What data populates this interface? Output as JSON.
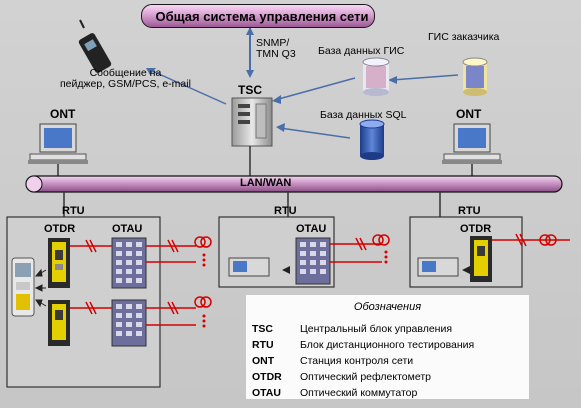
{
  "nms_title": "Общая система управления сети",
  "snmp_label": "SNMP/\nTMN Q3",
  "message_label": "Сообщение на\nпейджер, GSM/PCS, e-mail",
  "tsc_label": "TSC",
  "gis_db_label": "База данных ГИС",
  "gis_client_label": "ГИС заказчика",
  "sql_db_label": "База данных SQL",
  "ont_left_label": "ONT",
  "ont_right_label": "ONT",
  "lan_label": "LAN/WAN",
  "rtu_labels": [
    "RTU",
    "RTU",
    "RTU"
  ],
  "otdr_label_1": "OTDR",
  "otau_label_1": "OTAU",
  "otau_label_2": "OTAU",
  "otdr_label_3": "OTDR",
  "legend": {
    "title": "Обозначения",
    "items": [
      {
        "key": "TSC",
        "value": "Центральный блок управления"
      },
      {
        "key": "RTU",
        "value": "Блок дистанционного тестирования"
      },
      {
        "key": "ONT",
        "value": "Станция контроля сети"
      },
      {
        "key": "OTDR",
        "value": "Оптический рефлектометр"
      },
      {
        "key": "OTAU",
        "value": "Оптический коммутатор"
      }
    ]
  },
  "colors": {
    "fiber": "#d40000",
    "bus": "#c89ac4",
    "accent": "#e0c000"
  }
}
